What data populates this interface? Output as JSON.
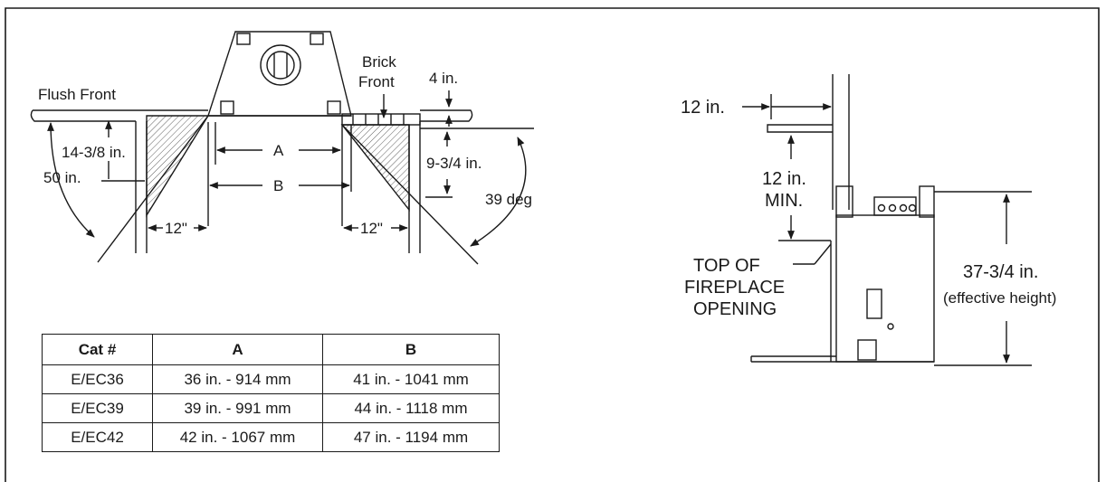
{
  "left_view": {
    "flush_front": "Flush Front",
    "brick_front_1": "Brick",
    "brick_front_2": "Front",
    "dim_4in": "4 in.",
    "dim_14in": "14-3/8 in.",
    "dim_50in": "50 in.",
    "dim_A": "A",
    "dim_B": "B",
    "dim_9in": "9-3/4 in.",
    "dim_39deg": "39 deg",
    "dim_12_left": "12\"",
    "dim_12_right": "12\""
  },
  "right_view": {
    "dim_12in": "12 in.",
    "dim_12min_1": "12 in.",
    "dim_12min_2": "MIN.",
    "top_1": "TOP OF",
    "top_2": "FIREPLACE",
    "top_3": "OPENING",
    "height_val": "37-3/4 in.",
    "height_note": "(effective height)"
  },
  "table": {
    "headers": [
      "Cat #",
      "A",
      "B"
    ],
    "rows": [
      [
        "E/EC36",
        "36 in. - 914 mm",
        "41 in. - 1041 mm"
      ],
      [
        "E/EC39",
        "39 in. - 991 mm",
        "44 in. - 1118 mm"
      ],
      [
        "E/EC42",
        "42 in. - 1067 mm",
        "47 in. - 1194 mm"
      ]
    ]
  },
  "colors": {
    "ink": "#1a1a1a",
    "background": "#ffffff"
  }
}
